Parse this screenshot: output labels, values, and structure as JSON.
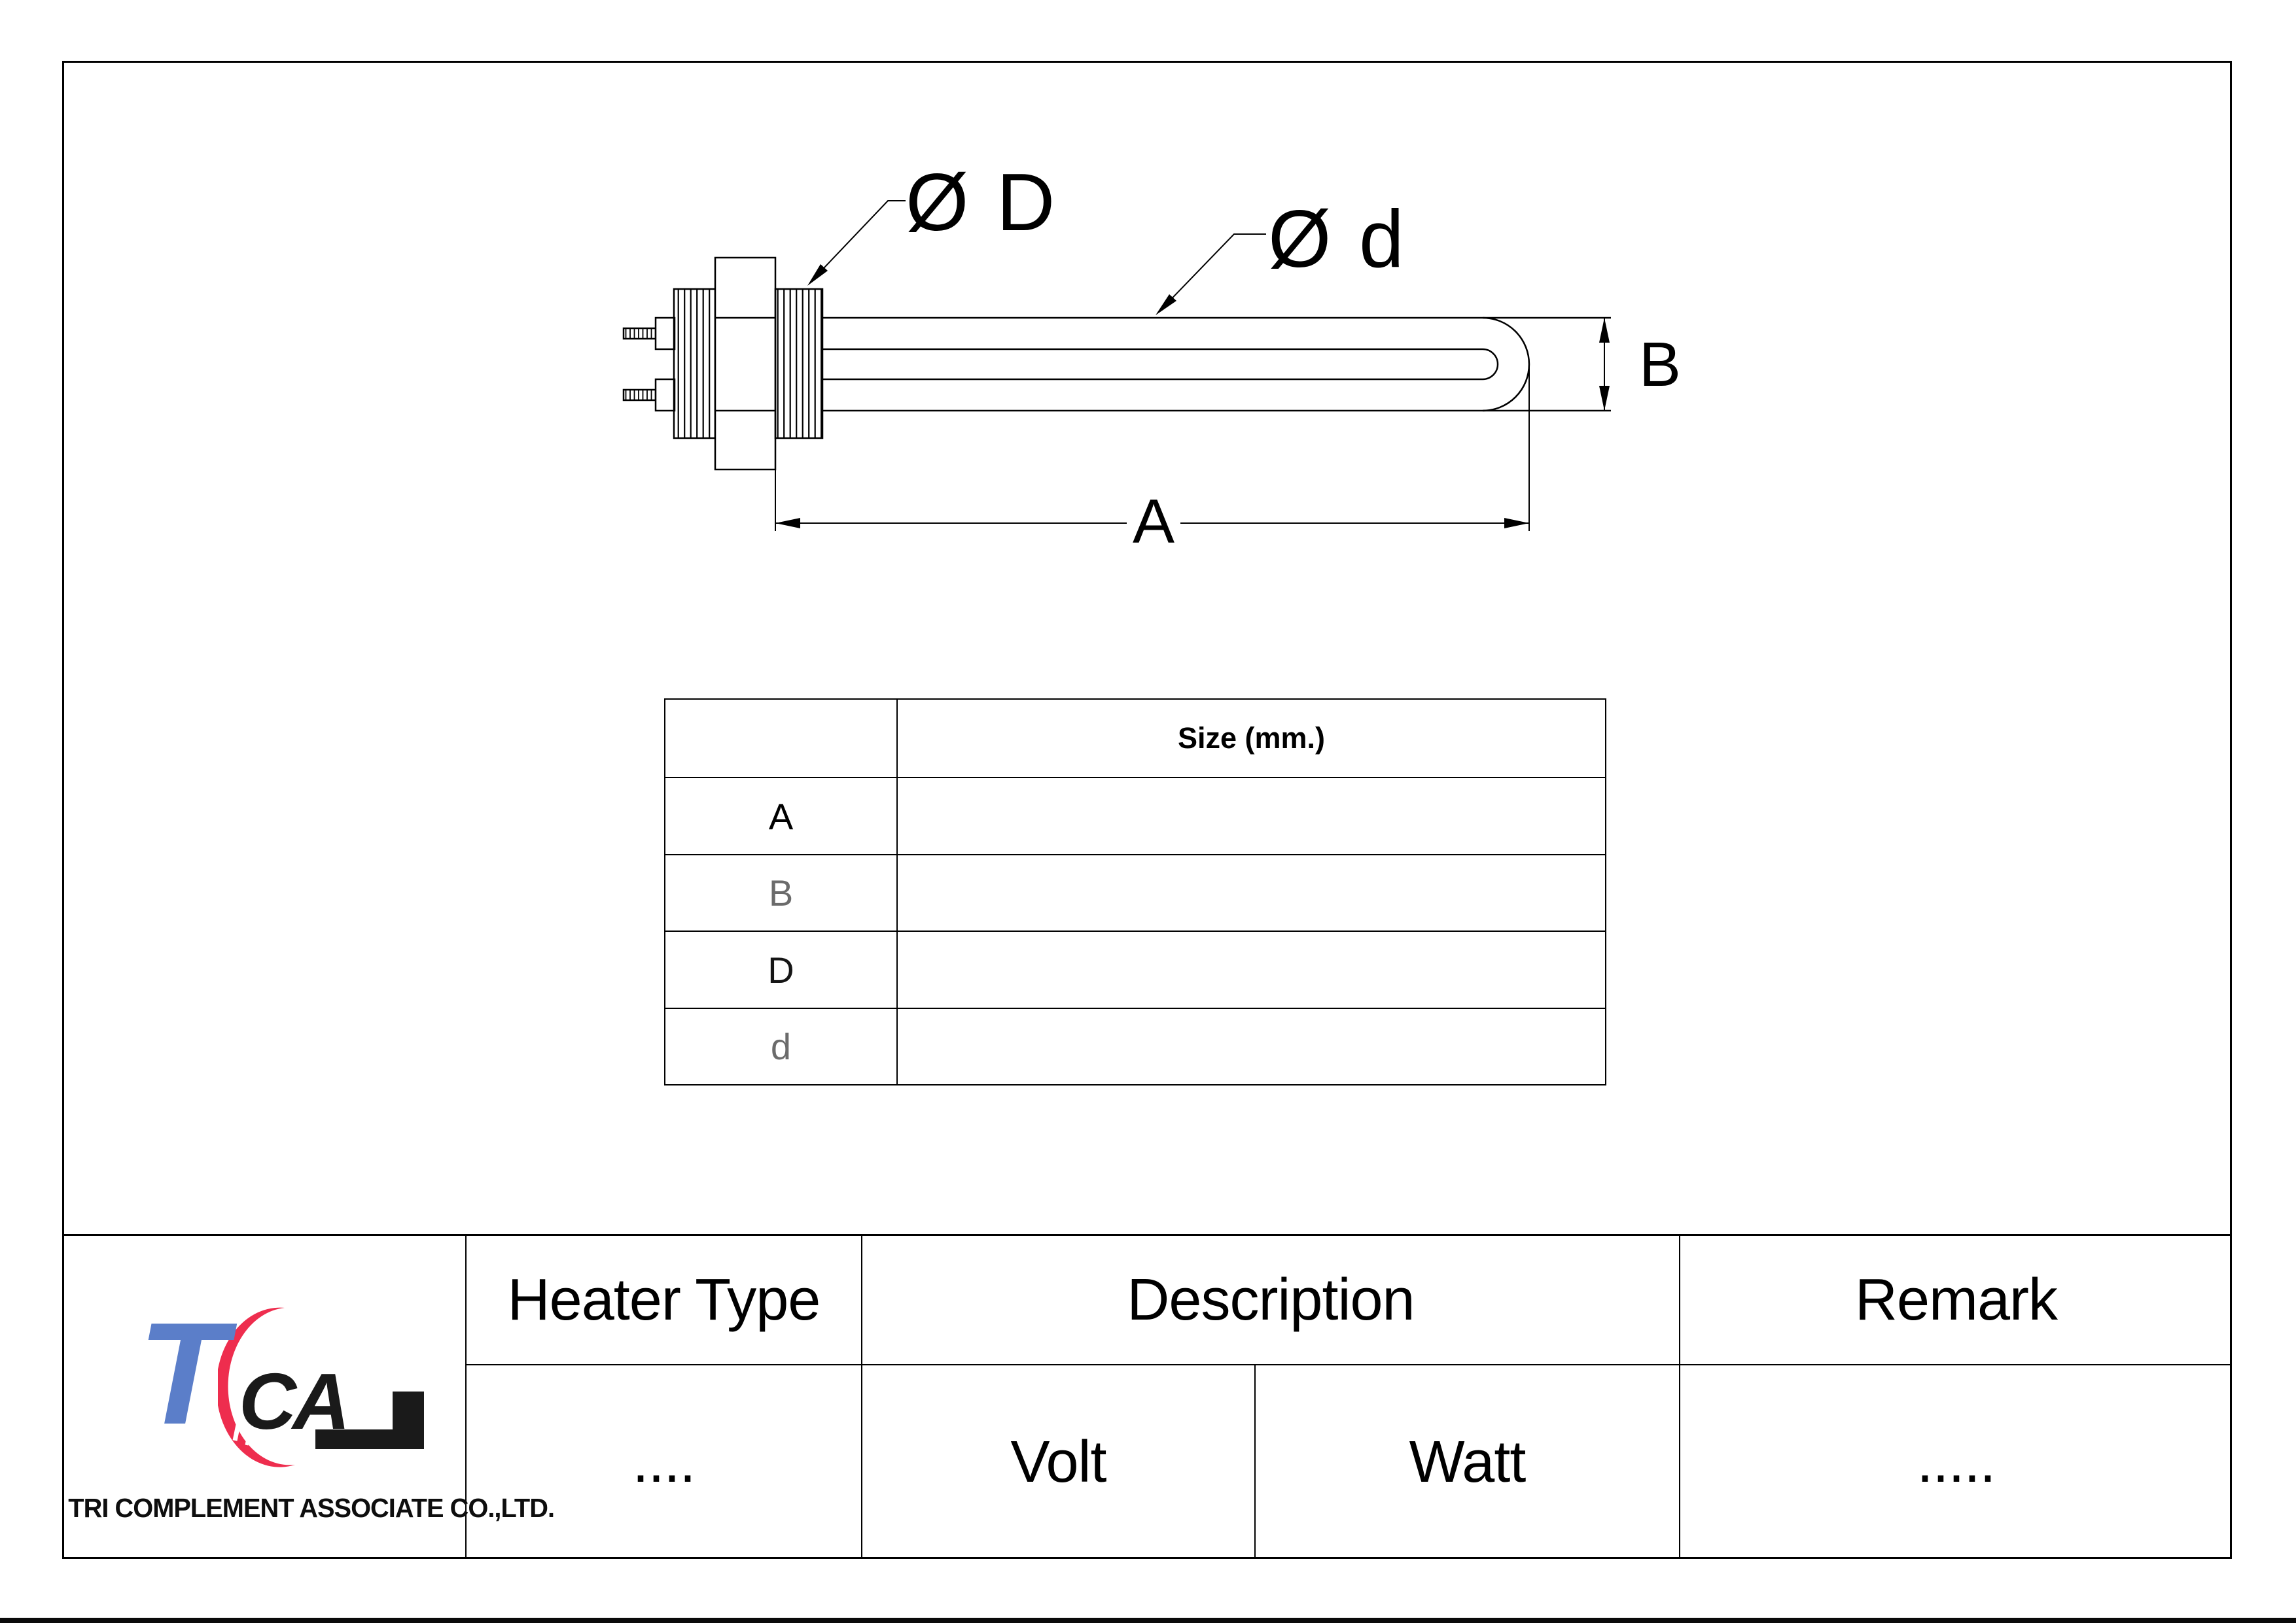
{
  "page": {
    "background": "#ffffff",
    "bottom_bar_color": "#0a0a0a",
    "line_color": "#000000"
  },
  "drawing": {
    "type": "screw-plug tubular immersion heater, side view",
    "labels": {
      "dia_D": "Ø D",
      "dia_d": "Ø d",
      "dim_A": "A",
      "dim_B": "B"
    }
  },
  "size_table": {
    "header": "Size (mm.)",
    "rows": [
      {
        "label": "A",
        "value": ""
      },
      {
        "label": "B",
        "value": ""
      },
      {
        "label": "D",
        "value": ""
      },
      {
        "label": "d",
        "value": ""
      }
    ]
  },
  "title_block": {
    "heater_type_label": "Heater Type",
    "description_label": "Description",
    "remark_label": "Remark",
    "heater_type_value": "....",
    "volt_label": "Volt",
    "watt_label": "Watt",
    "remark_value": ".....",
    "logo": {
      "letter_t": "T",
      "letters_ca": "CA",
      "company_name": "TRI COMPLEMENT ASSOCIATE CO.,LTD.",
      "blue": "#5b7ec9",
      "red": "#ee2d4e",
      "black": "#1a1a1a"
    }
  }
}
